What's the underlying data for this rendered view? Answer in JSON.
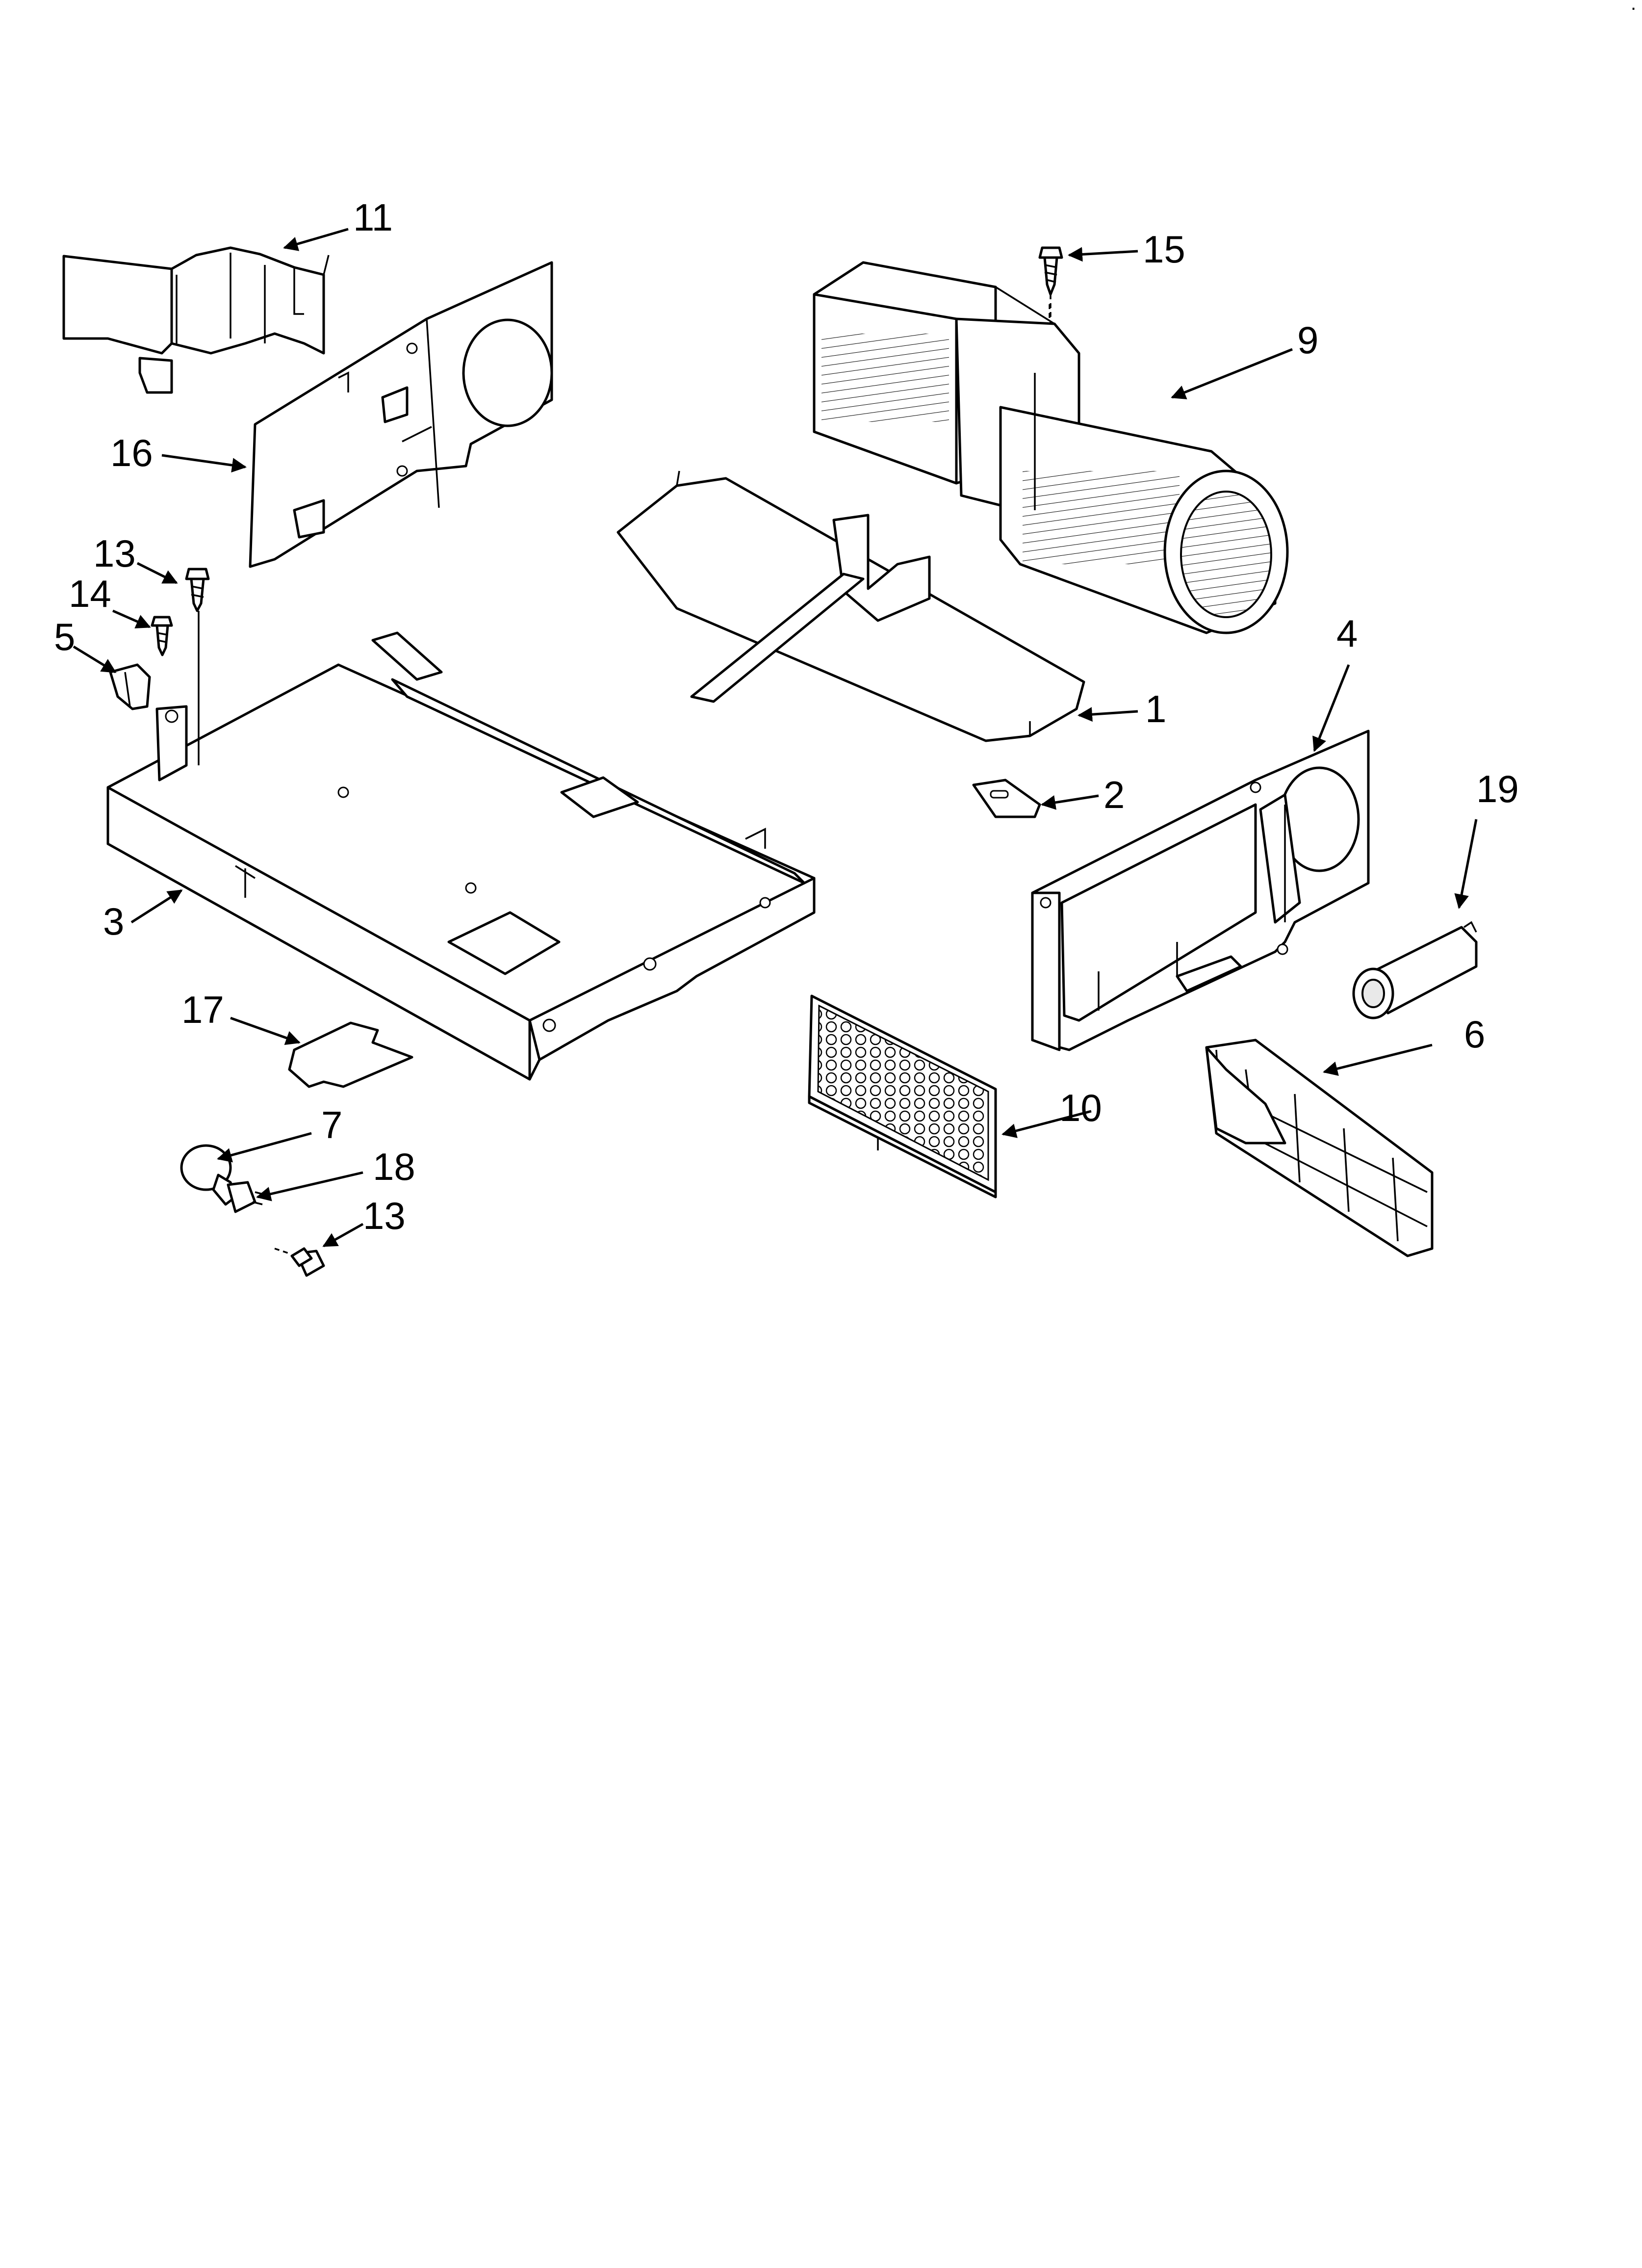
{
  "labels": {
    "p1": "1",
    "p2": "2",
    "p3": "3",
    "p4": "4",
    "p5": "5",
    "p6": "6",
    "p7": "7",
    "p9": "9",
    "p10": "10",
    "p11": "11",
    "p13a": "13",
    "p13b": "13",
    "p14": "14",
    "p15": "15",
    "p16": "16",
    "p17": "17",
    "p18": "18",
    "p19": "19"
  },
  "corner_mark": "."
}
